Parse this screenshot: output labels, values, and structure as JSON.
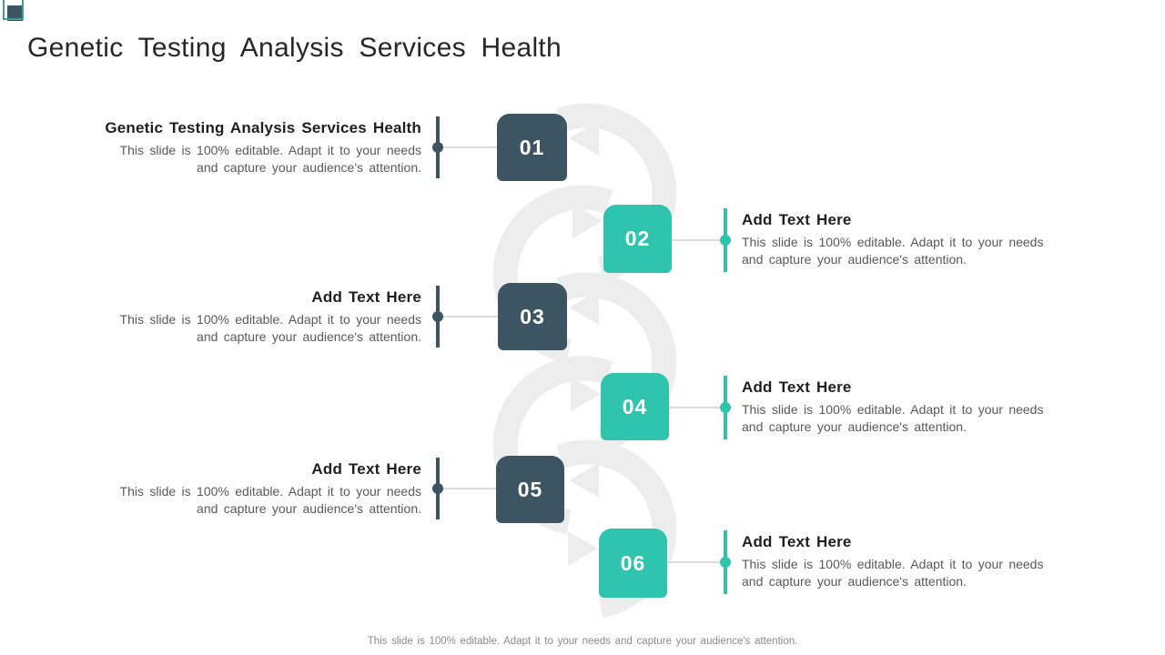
{
  "slide": {
    "title": "Genetic Testing Analysis Services Health",
    "footer": "This slide is 100% editable. Adapt it to your needs and capture your audience's attention."
  },
  "steps": [
    {
      "number": "01",
      "side": "left",
      "box_color": "#3d5463",
      "heading": "Genetic Testing Analysis Services Health",
      "body_line1": "This slide is 100% editable. Adapt it to your needs",
      "body_line2": "and capture your audience's attention."
    },
    {
      "number": "02",
      "side": "right",
      "box_color": "#2fc4ad",
      "heading": "Add Text Here",
      "body_line1": "This slide is 100% editable. Adapt it to your needs",
      "body_line2": "and capture your audience's attention."
    },
    {
      "number": "03",
      "side": "left",
      "box_color": "#3d5463",
      "heading": "Add Text Here",
      "body_line1": "This slide is 100% editable. Adapt it to your needs",
      "body_line2": "and capture your audience's attention."
    },
    {
      "number": "04",
      "side": "right",
      "box_color": "#2fc4ad",
      "heading": "Add Text Here",
      "body_line1": "This slide is 100% editable. Adapt it to your needs",
      "body_line2": "and capture your audience's attention."
    },
    {
      "number": "05",
      "side": "left",
      "box_color": "#3d5463",
      "heading": "Add Text Here",
      "body_line1": "This slide is 100% editable. Adapt it to your needs",
      "body_line2": "and capture your audience's attention."
    },
    {
      "number": "06",
      "side": "right",
      "box_color": "#2fc4ad",
      "heading": "Add Text Here",
      "body_line1": "This slide is 100% editable. Adapt it to your needs",
      "body_line2": "and capture your audience's attention."
    }
  ],
  "colors": {
    "dark_slate": "#3d5463",
    "teal": "#2fc4ad",
    "teal_outline": "#3f9e96",
    "arrow_gray": "#ededed",
    "connector_line": "#dcdcdc",
    "heading_text": "#1f1f1f",
    "body_text": "#595959",
    "footer_text": "#8a8a8a"
  }
}
